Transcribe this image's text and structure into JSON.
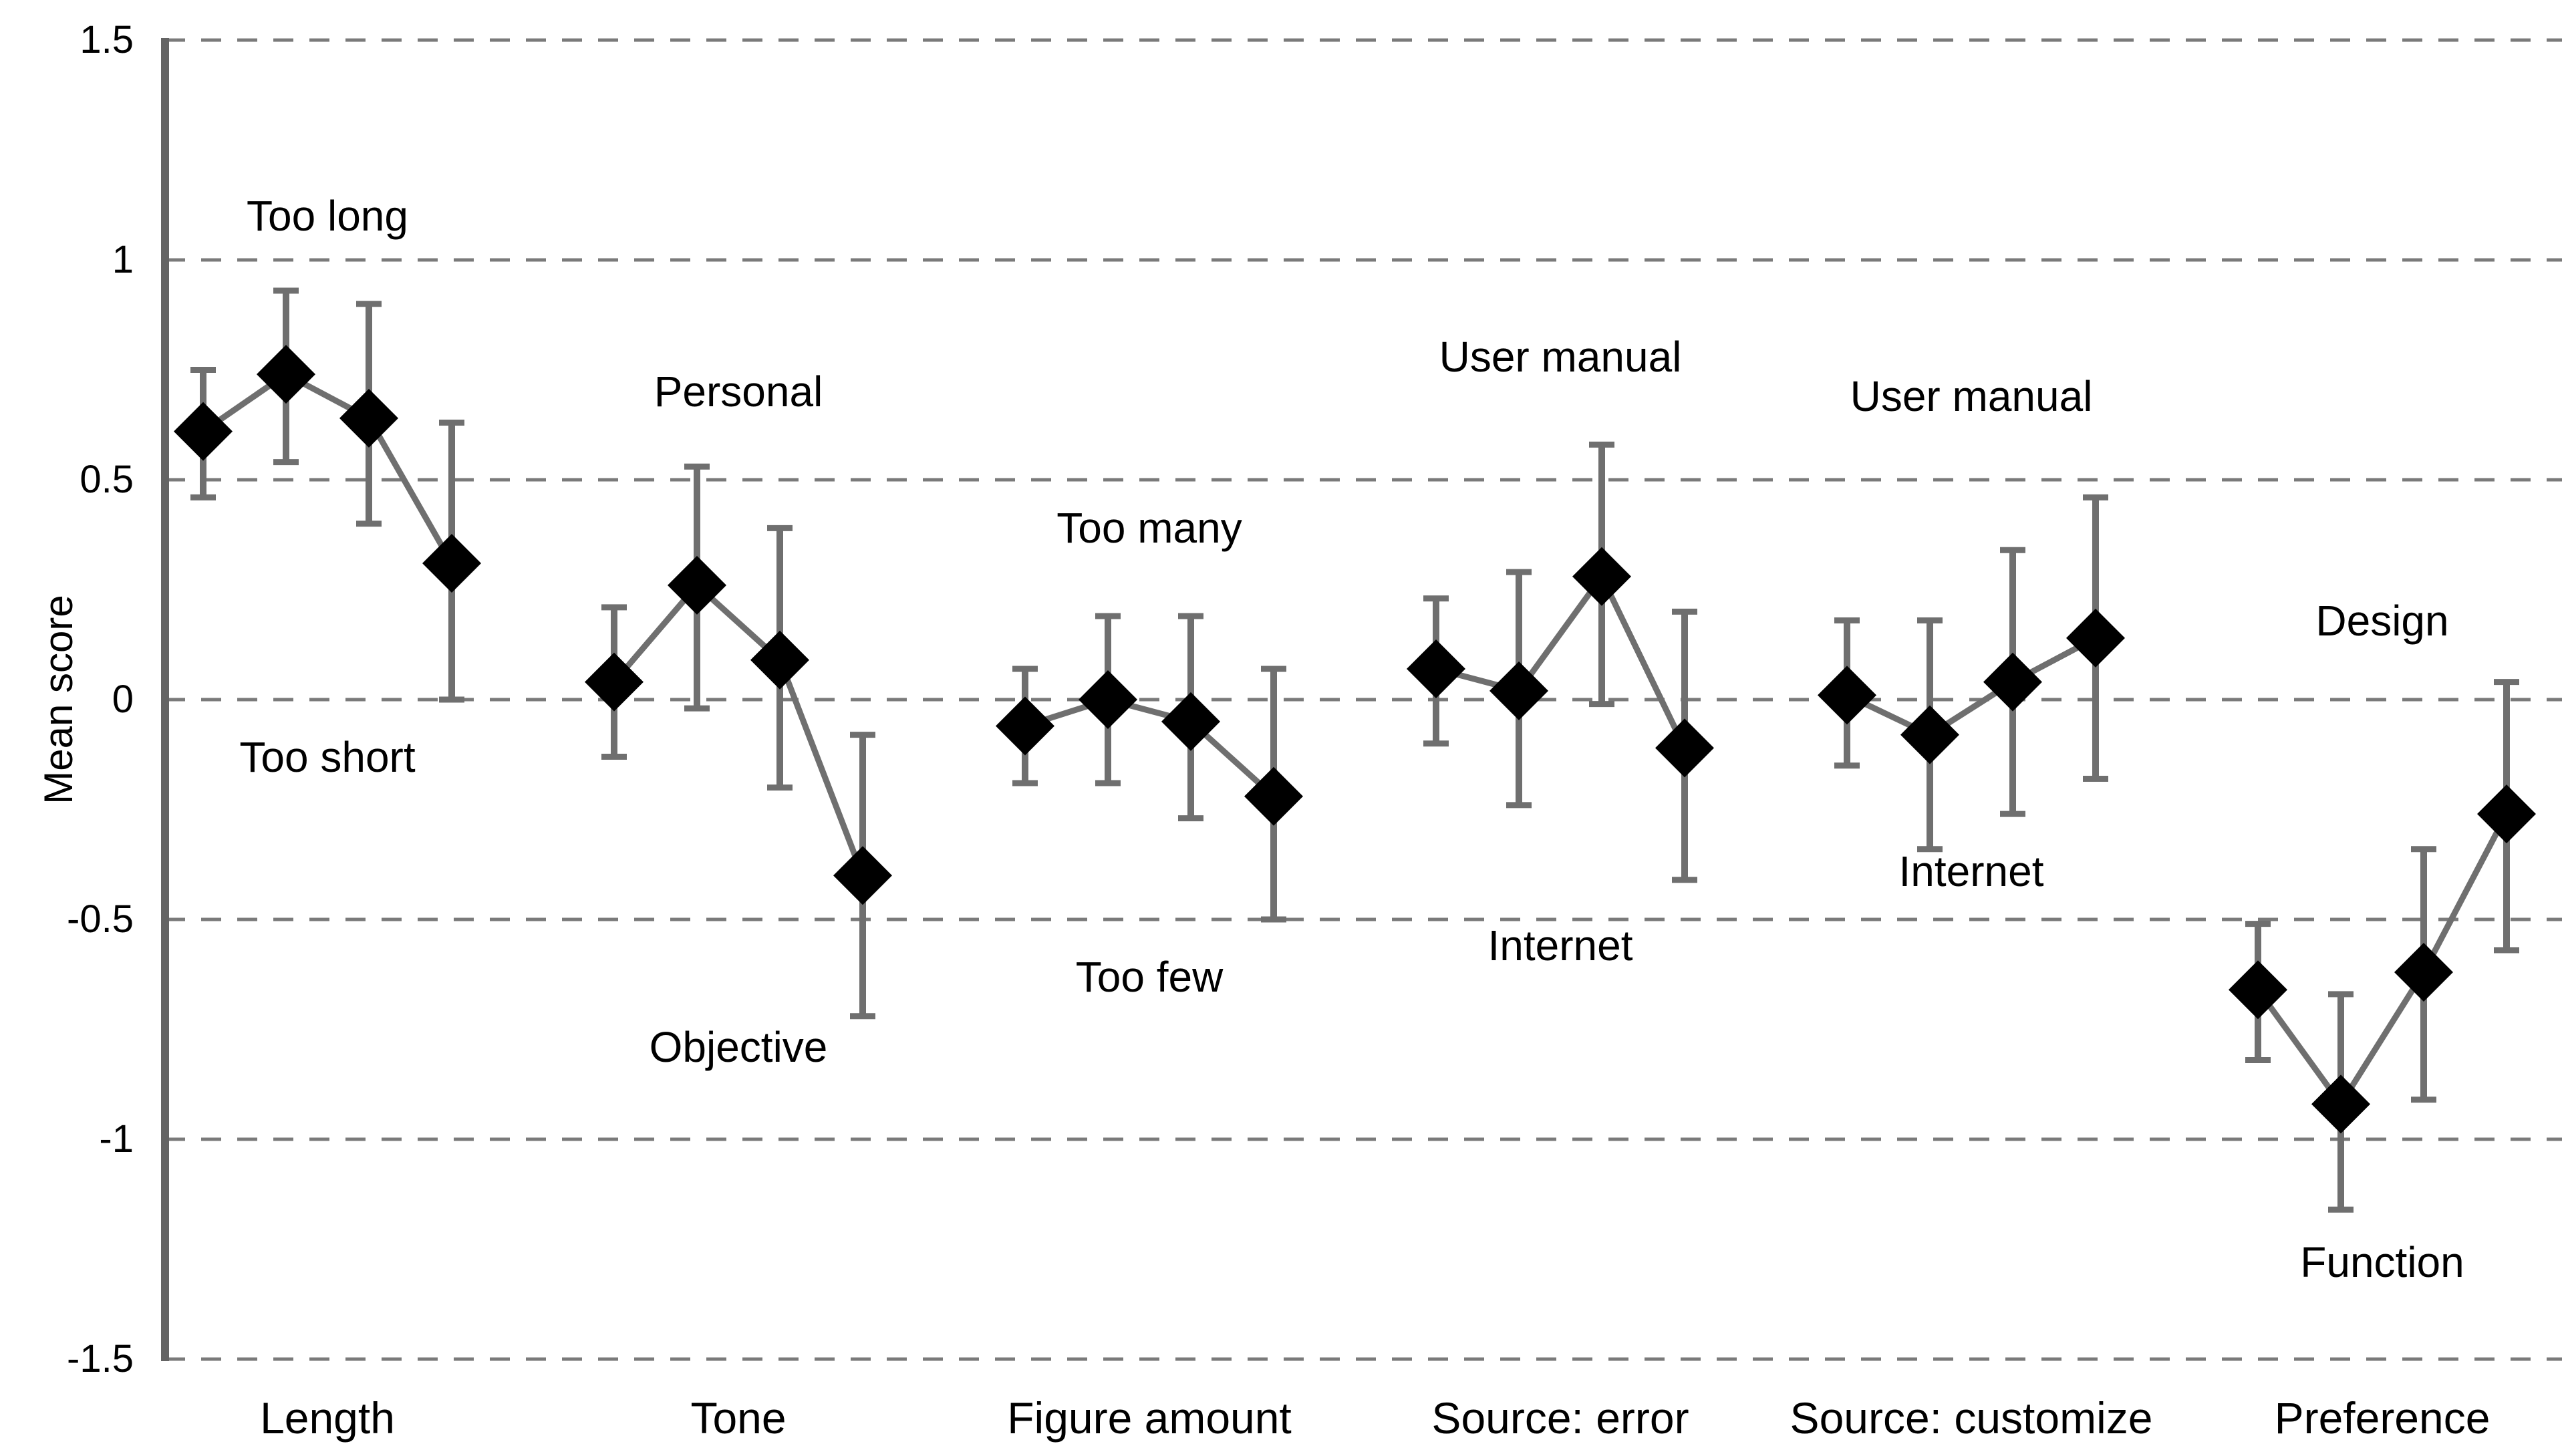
{
  "chart_data": {
    "type": "line",
    "title": "",
    "ylabel": "Mean score",
    "ylim": [
      -1.5,
      1.5
    ],
    "grid": "horizontal-dashed",
    "legend_position": "none",
    "marker_style": "black-diamond",
    "error_bars": "vertical bars with end caps",
    "points_per_category": 4,
    "colors": {
      "marker": "#000000",
      "line": "#6f6f6f",
      "error_bar": "#6f6f6f",
      "grid": "#7a7a7a",
      "axis": "#646464",
      "text": "#000000",
      "background": "#ffffff"
    },
    "yticks": [
      {
        "label": "1.5",
        "value": 1.5
      },
      {
        "label": "1",
        "value": 1
      },
      {
        "label": "0.5",
        "value": 0.5
      },
      {
        "label": "0",
        "value": 0
      },
      {
        "label": "-0.5",
        "value": -0.5
      },
      {
        "label": "-1",
        "value": -1
      },
      {
        "label": "-1.5",
        "value": -1.5
      }
    ],
    "groups": [
      {
        "category": "Length",
        "points": [
          {
            "value": 0.61,
            "ci_low": 0.46,
            "ci_high": 0.75
          },
          {
            "value": 0.74,
            "ci_low": 0.54,
            "ci_high": 0.93
          },
          {
            "value": 0.64,
            "ci_low": 0.4,
            "ci_high": 0.9
          },
          {
            "value": 0.31,
            "ci_low": 0.0,
            "ci_high": 0.63
          }
        ],
        "labels": [
          {
            "text": "Too long",
            "y": 1.1
          },
          {
            "text": "Too short",
            "y": -0.13
          }
        ]
      },
      {
        "category": "Tone",
        "points": [
          {
            "value": 0.04,
            "ci_low": -0.13,
            "ci_high": 0.21
          },
          {
            "value": 0.26,
            "ci_low": -0.02,
            "ci_high": 0.53
          },
          {
            "value": 0.09,
            "ci_low": -0.2,
            "ci_high": 0.39
          },
          {
            "value": -0.4,
            "ci_low": -0.72,
            "ci_high": -0.08
          }
        ],
        "labels": [
          {
            "text": "Personal",
            "y": 0.7
          },
          {
            "text": "Objective",
            "y": -0.79
          }
        ]
      },
      {
        "category": "Figure amount",
        "points": [
          {
            "value": -0.06,
            "ci_low": -0.19,
            "ci_high": 0.07
          },
          {
            "value": 0.0,
            "ci_low": -0.19,
            "ci_high": 0.19
          },
          {
            "value": -0.05,
            "ci_low": -0.27,
            "ci_high": 0.19
          },
          {
            "value": -0.22,
            "ci_low": -0.5,
            "ci_high": 0.07
          }
        ],
        "labels": [
          {
            "text": "Too many",
            "y": 0.39
          },
          {
            "text": "Too few",
            "y": -0.63
          }
        ]
      },
      {
        "category": "Source: error",
        "points": [
          {
            "value": 0.07,
            "ci_low": -0.1,
            "ci_high": 0.23
          },
          {
            "value": 0.02,
            "ci_low": -0.24,
            "ci_high": 0.29
          },
          {
            "value": 0.28,
            "ci_low": -0.01,
            "ci_high": 0.58
          },
          {
            "value": -0.11,
            "ci_low": -0.41,
            "ci_high": 0.2
          }
        ],
        "labels": [
          {
            "text": "User manual",
            "y": 0.78
          },
          {
            "text": "Internet",
            "y": -0.56
          }
        ]
      },
      {
        "category": "Source: customize",
        "points": [
          {
            "value": 0.01,
            "ci_low": -0.15,
            "ci_high": 0.18
          },
          {
            "value": -0.08,
            "ci_low": -0.34,
            "ci_high": 0.18
          },
          {
            "value": 0.04,
            "ci_low": -0.26,
            "ci_high": 0.34
          },
          {
            "value": 0.14,
            "ci_low": -0.18,
            "ci_high": 0.46
          }
        ],
        "labels": [
          {
            "text": "User manual",
            "y": 0.69
          },
          {
            "text": "Internet",
            "y": -0.39
          }
        ]
      },
      {
        "category": "Preference",
        "points": [
          {
            "value": -0.66,
            "ci_low": -0.82,
            "ci_high": -0.51
          },
          {
            "value": -0.92,
            "ci_low": -1.16,
            "ci_high": -0.67
          },
          {
            "value": -0.62,
            "ci_low": -0.91,
            "ci_high": -0.34
          },
          {
            "value": -0.26,
            "ci_low": -0.57,
            "ci_high": 0.04
          }
        ],
        "labels": [
          {
            "text": "Design",
            "y": 0.18
          },
          {
            "text": "Function",
            "y": -1.28
          }
        ]
      }
    ]
  }
}
